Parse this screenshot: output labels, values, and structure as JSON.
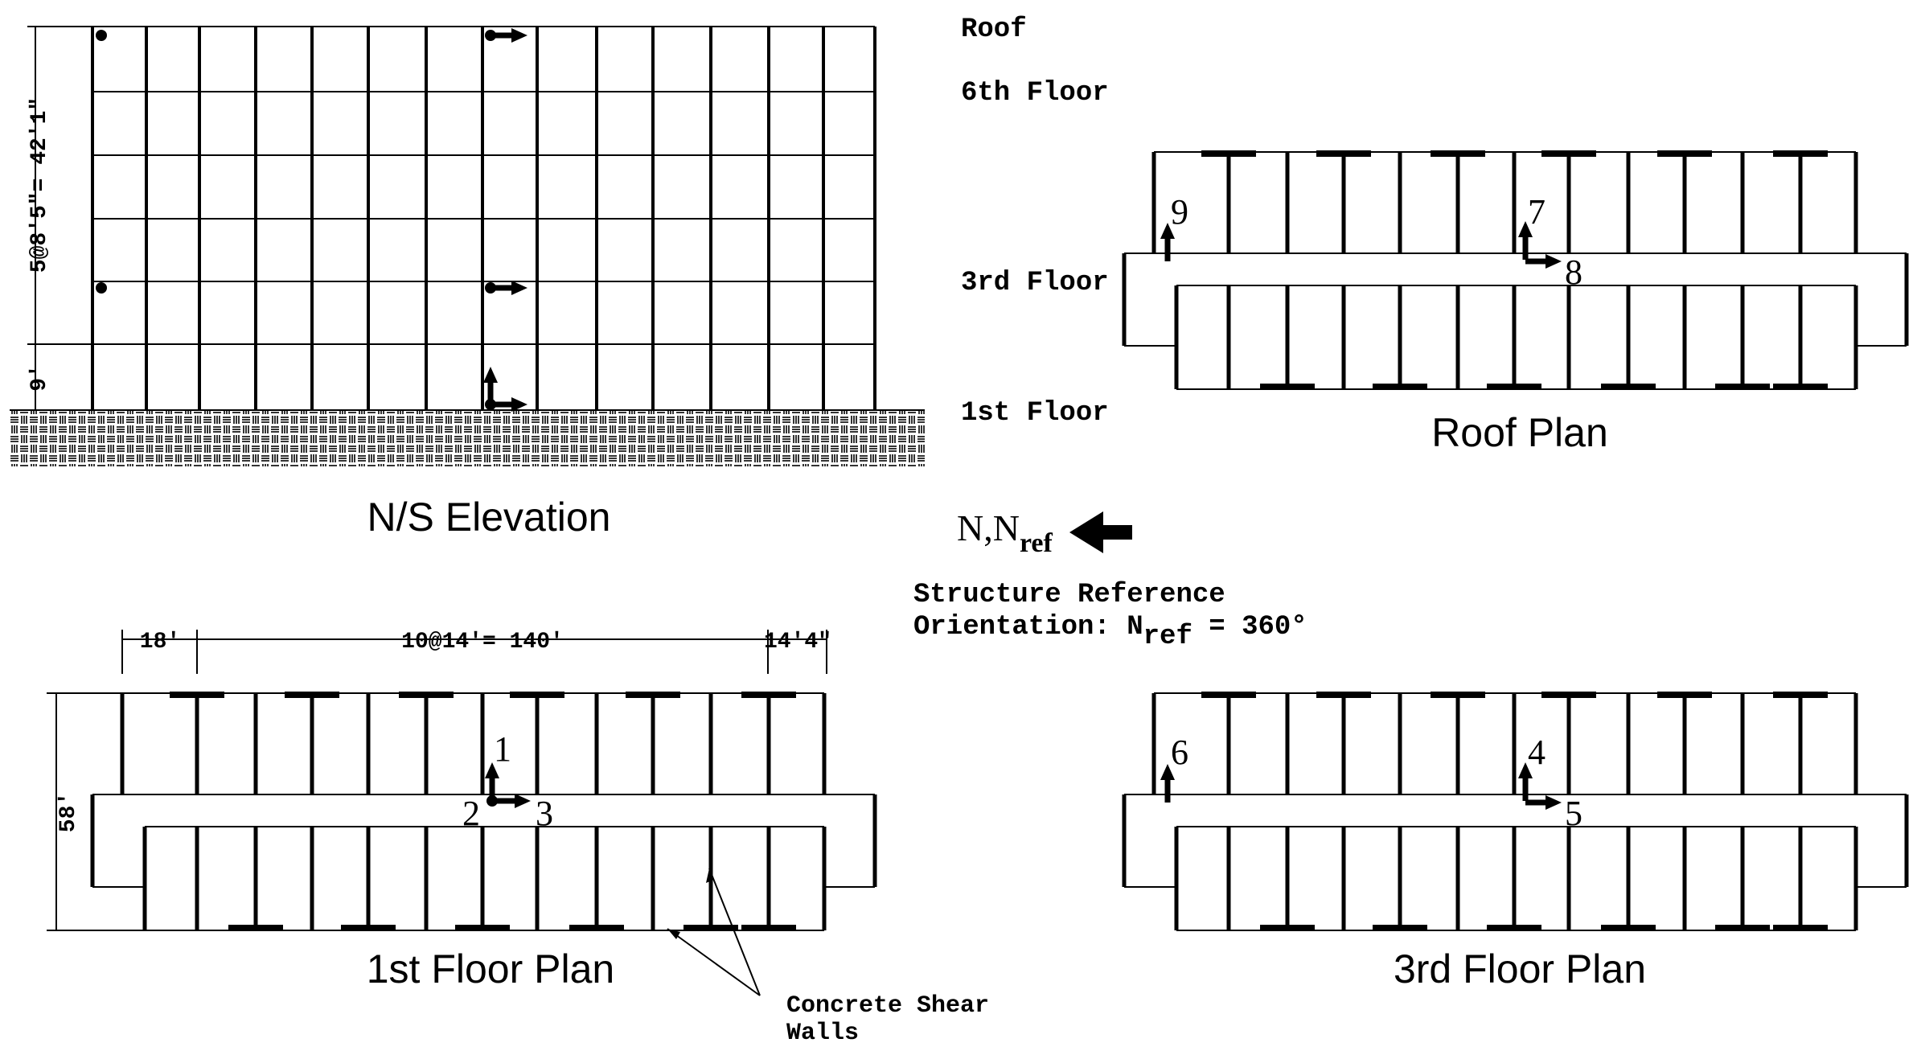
{
  "diagram": {
    "titles": {
      "elevation": "N/S Elevation",
      "roof_plan": "Roof Plan",
      "first_floor_plan": "1st Floor Plan",
      "third_floor_plan": "3rd Floor Plan"
    },
    "levels": [
      "Roof",
      "6th Floor",
      "3rd Floor",
      "1st Floor"
    ],
    "elevation_dims": {
      "upper": "5@8'5\"= 42'1\"",
      "lower": "9'"
    },
    "plan_dims": {
      "left": "18'",
      "middle": "10@14'= 140'",
      "right": "14'4\"",
      "depth": "58'"
    },
    "north": {
      "label_main": "N,N",
      "label_sub": "ref"
    },
    "orientation": {
      "line1": "Structure Reference",
      "line2_pre": "Orientation: N",
      "line2_sub": "ref",
      "line2_post": " = 360°"
    },
    "annotation": {
      "line1": "Concrete Shear",
      "line2": "Walls"
    },
    "sensors": {
      "first_floor": [
        "1",
        "2",
        "3"
      ],
      "third_floor": [
        "4",
        "5",
        "6"
      ],
      "roof": [
        "7",
        "8",
        "9"
      ]
    }
  }
}
